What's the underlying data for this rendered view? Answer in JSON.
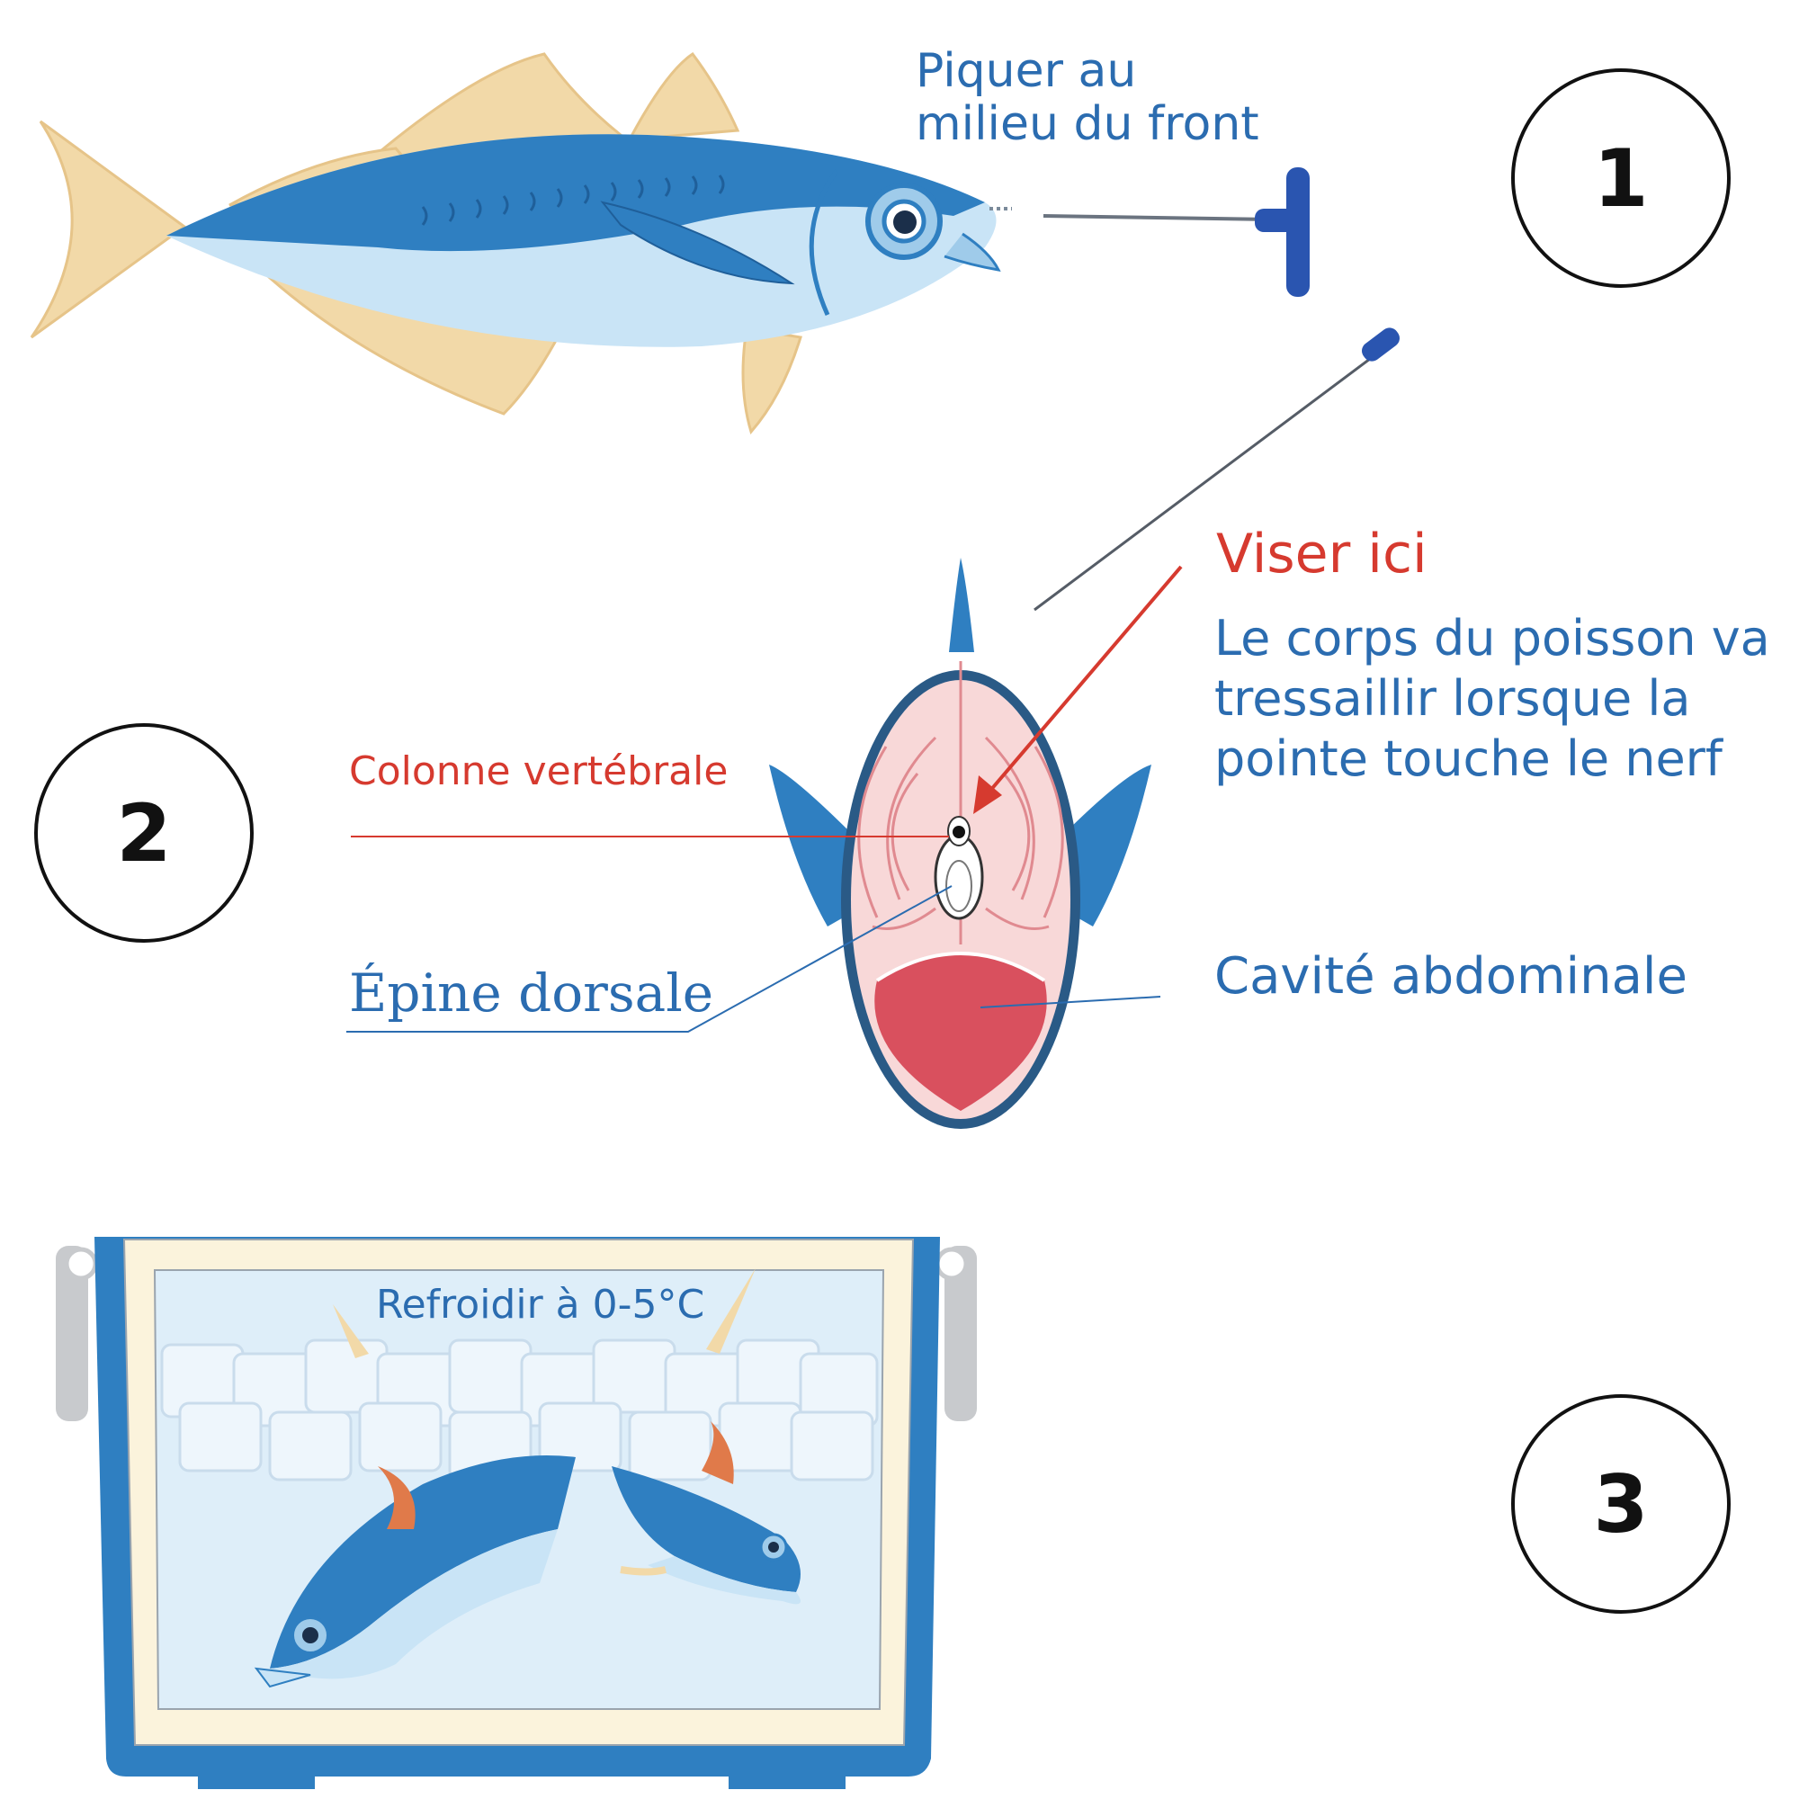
{
  "colors": {
    "fish_blue": "#2f7fc1",
    "fish_light": "#c9e4f6",
    "fin": "#f2d9a8",
    "label_blue": "#2b6cb0",
    "label_red": "#d63a2f",
    "flesh": "#f8d8d8",
    "cavity": "#d9505e",
    "water": "#deeef9",
    "cooler_blue": "#2f7fc1",
    "cooler_inner": "#fbf3dc"
  },
  "steps": {
    "one": "1",
    "two": "2",
    "three": "3"
  },
  "step1": {
    "label_line1": "Piquer au",
    "label_line2": "milieu du front"
  },
  "step2": {
    "aim_label": "Viser ici",
    "note_line1": "Le corps du poisson va",
    "note_line2": "tressaillir lorsque la",
    "note_line3": "pointe touche le nerf",
    "spine_label": "Colonne vertébrale",
    "dorsal_label": "Épine dorsale",
    "cavity_label": "Cavité abdominale"
  },
  "step3": {
    "label": "Refroidir à 0-5°C"
  }
}
